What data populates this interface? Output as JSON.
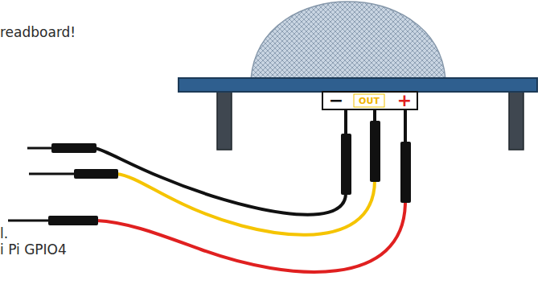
{
  "diagram": {
    "labels": [
      "readboard!",
      "−",
      "OUT",
      "+",
      "l.",
      "i Pi GPIO4"
    ]
  }
}
